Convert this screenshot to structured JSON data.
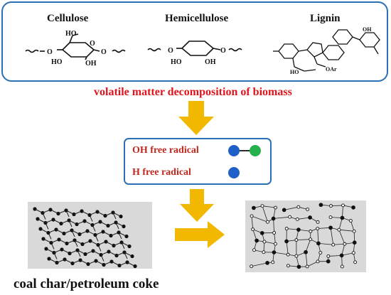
{
  "molecules": [
    {
      "name": "Cellulose"
    },
    {
      "name": "Hemicellulose"
    },
    {
      "name": "Lignin"
    }
  ],
  "structure_labels": {
    "cellulose": [
      "HO",
      "O",
      "HO",
      "OH",
      "O",
      "O"
    ],
    "hemicellulose": [
      "O",
      "HO",
      "OH",
      "O"
    ],
    "lignin": [
      "OH",
      "HO",
      "OAr"
    ]
  },
  "caption_top": "volatile matter decomposition of biomass",
  "radicals": [
    {
      "label": "OH free radical",
      "dots": [
        "#1f5fc8",
        "#22b14c"
      ]
    },
    {
      "label": "H free radical",
      "dots": [
        "#1f5fc8"
      ]
    }
  ],
  "caption_bottom": "coal char/petroleum coke",
  "colors": {
    "panel_border": "#2b6fb5",
    "arrow": "#f2b800",
    "caption_red": "#e0141c",
    "panel_gray": "#d9d9d9",
    "h_radical": "#1f5fc8",
    "oh_radical": "#22b14c"
  }
}
